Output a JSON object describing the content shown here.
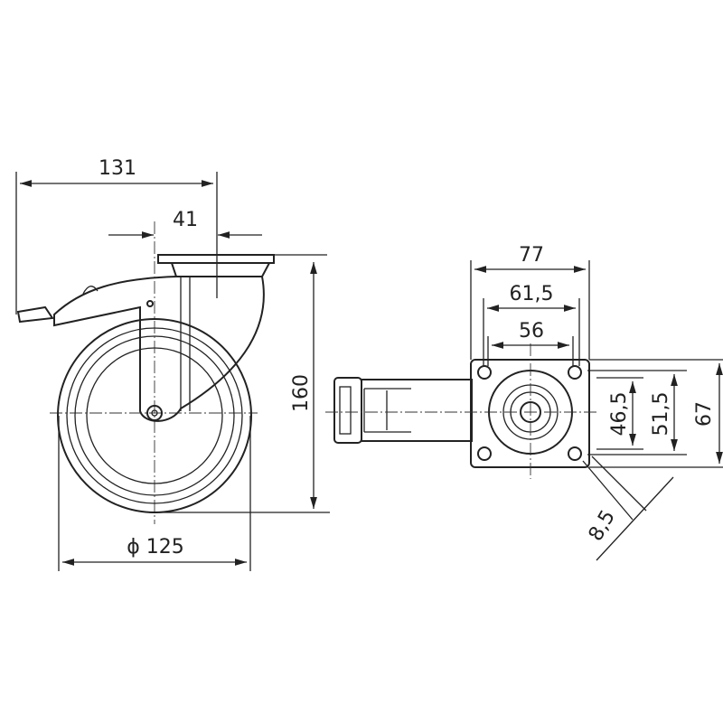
{
  "side_view": {
    "overall_length": "131",
    "offset": "41",
    "height": "160",
    "wheel_diameter": "ϕ 125"
  },
  "top_view": {
    "plate_width": "77",
    "hole_spacing_outer_x": "61,5",
    "hole_spacing_inner_x": "56",
    "hole_spacing_inner_y": "46,5",
    "hole_spacing_outer_y": "51,5",
    "plate_height": "67",
    "hole_diameter": "8,5"
  }
}
